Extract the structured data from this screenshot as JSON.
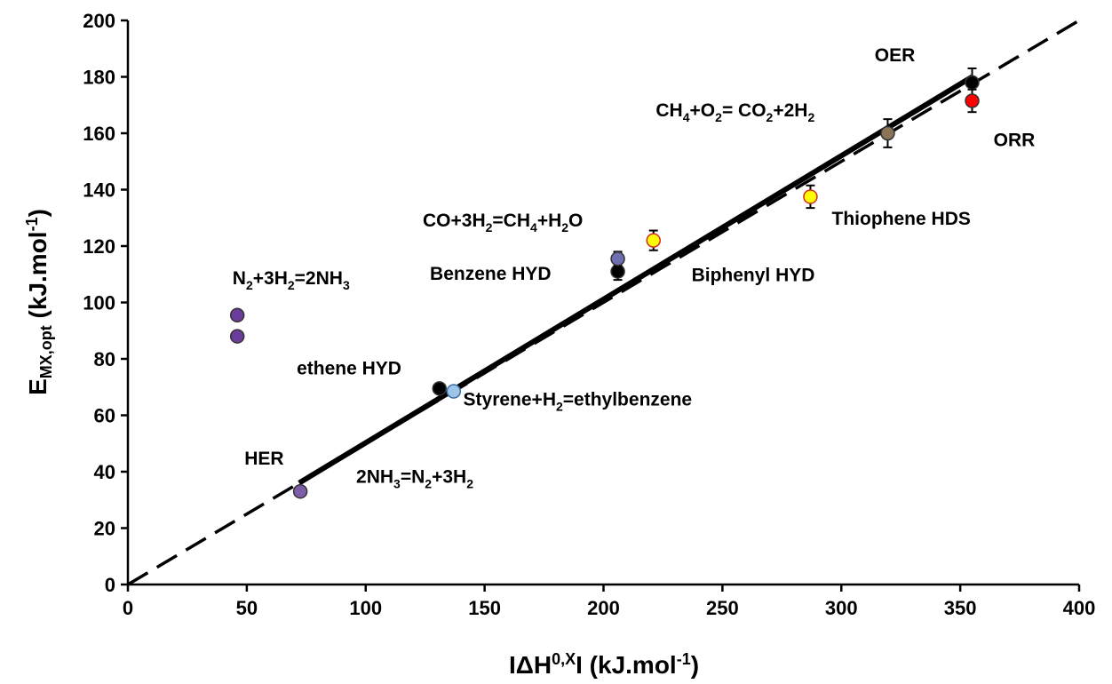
{
  "chart_data": {
    "type": "scatter",
    "xlabel_parts": [
      {
        "t": "IΔH",
        "s": "n"
      },
      {
        "t": "0,X",
        "s": "sup"
      },
      {
        "t": "I (kJ.mol",
        "s": "n"
      },
      {
        "t": "-1",
        "s": "sup"
      },
      {
        "t": ")",
        "s": "n"
      }
    ],
    "ylabel_parts": [
      {
        "t": "E",
        "s": "n"
      },
      {
        "t": "MX,opt",
        "s": "sub"
      },
      {
        "t": " (kJ.mol",
        "s": "n"
      },
      {
        "t": "-1",
        "s": "sup"
      },
      {
        "t": ")",
        "s": "n"
      }
    ],
    "xlim": [
      0,
      400
    ],
    "ylim": [
      0,
      200
    ],
    "xticks": [
      0,
      50,
      100,
      150,
      200,
      250,
      300,
      350,
      400
    ],
    "yticks": [
      0,
      20,
      40,
      60,
      80,
      100,
      120,
      140,
      160,
      180,
      200
    ],
    "grid": false,
    "reference_line": {
      "style": "dashed",
      "x": [
        0,
        400
      ],
      "y": [
        0,
        200
      ]
    },
    "fit_line": {
      "style": "solid",
      "x": [
        72,
        355
      ],
      "y": [
        36,
        180
      ]
    },
    "points": [
      {
        "x": 46,
        "y": 95.5,
        "color": "#6a3d9a",
        "err": 0
      },
      {
        "x": 46,
        "y": 88,
        "color": "#6a3d9a",
        "err": 0
      },
      {
        "x": 72.5,
        "y": 33,
        "color": "#7b5ea7",
        "err": 0
      },
      {
        "x": 131,
        "y": 69.5,
        "color": "#000000",
        "err": 0
      },
      {
        "x": 137,
        "y": 68.5,
        "color": "#9ec5e8",
        "err": 0
      },
      {
        "x": 206,
        "y": 111,
        "color": "#000000",
        "err": 3
      },
      {
        "x": 206,
        "y": 115.5,
        "color": "#6f6fb0",
        "err": 2.5
      },
      {
        "x": 221,
        "y": 122,
        "color": "#ffff00",
        "err": 3.5
      },
      {
        "x": 287,
        "y": 137.5,
        "color": "#ffff00",
        "err": 4
      },
      {
        "x": 319.5,
        "y": 160,
        "color": "#8b7355",
        "err": 5
      },
      {
        "x": 355,
        "y": 178,
        "color": "#000000",
        "err": 5
      },
      {
        "x": 355,
        "y": 171.5,
        "color": "#ff0000",
        "err": 4
      }
    ],
    "annotations": [
      {
        "parts": [
          {
            "t": "N",
            "s": "n"
          },
          {
            "t": "2",
            "s": "sub"
          },
          {
            "t": "+3H",
            "s": "n"
          },
          {
            "t": "2",
            "s": "sub"
          },
          {
            "t": "=2NH",
            "s": "n"
          },
          {
            "t": "3",
            "s": "sub"
          }
        ],
        "x": 44,
        "y": 106.5
      },
      {
        "parts": [
          {
            "t": "HER",
            "s": "n"
          }
        ],
        "x": 49,
        "y": 42.5
      },
      {
        "parts": [
          {
            "t": "2NH",
            "s": "n"
          },
          {
            "t": "3",
            "s": "sub"
          },
          {
            "t": "=N",
            "s": "n"
          },
          {
            "t": "2",
            "s": "sub"
          },
          {
            "t": "+3H",
            "s": "n"
          },
          {
            "t": "2",
            "s": "sub"
          }
        ],
        "x": 96,
        "y": 36
      },
      {
        "parts": [
          {
            "t": "ethene HYD",
            "s": "n"
          }
        ],
        "x": 71,
        "y": 74.5
      },
      {
        "parts": [
          {
            "t": "Styrene+H",
            "s": "n"
          },
          {
            "t": "2",
            "s": "sub"
          },
          {
            "t": "=ethylbenzene",
            "s": "n"
          }
        ],
        "x": 141,
        "y": 63.5
      },
      {
        "parts": [
          {
            "t": "Benzene HYD",
            "s": "n"
          }
        ],
        "x": 127,
        "y": 108
      },
      {
        "parts": [
          {
            "t": "CO+3H",
            "s": "n"
          },
          {
            "t": "2",
            "s": "sub"
          },
          {
            "t": "=CH",
            "s": "n"
          },
          {
            "t": "4",
            "s": "sub"
          },
          {
            "t": "+H",
            "s": "n"
          },
          {
            "t": "2",
            "s": "sub"
          },
          {
            "t": "O",
            "s": "n"
          }
        ],
        "x": 124,
        "y": 127
      },
      {
        "parts": [
          {
            "t": "Biphenyl HYD",
            "s": "n"
          }
        ],
        "x": 237,
        "y": 107.5
      },
      {
        "parts": [
          {
            "t": "Thiophene HDS",
            "s": "n"
          }
        ],
        "x": 296,
        "y": 127.5
      },
      {
        "parts": [
          {
            "t": "CH",
            "s": "n"
          },
          {
            "t": "4",
            "s": "sub"
          },
          {
            "t": "+O",
            "s": "n"
          },
          {
            "t": "2",
            "s": "sub"
          },
          {
            "t": "= CO",
            "s": "n"
          },
          {
            "t": "2",
            "s": "sub"
          },
          {
            "t": "+2H",
            "s": "n"
          },
          {
            "t": "2",
            "s": "sub"
          }
        ],
        "x": 222,
        "y": 166
      },
      {
        "parts": [
          {
            "t": "OER",
            "s": "n"
          }
        ],
        "x": 314,
        "y": 185.5
      },
      {
        "parts": [
          {
            "t": "ORR",
            "s": "n"
          }
        ],
        "x": 364,
        "y": 155.5
      }
    ]
  }
}
